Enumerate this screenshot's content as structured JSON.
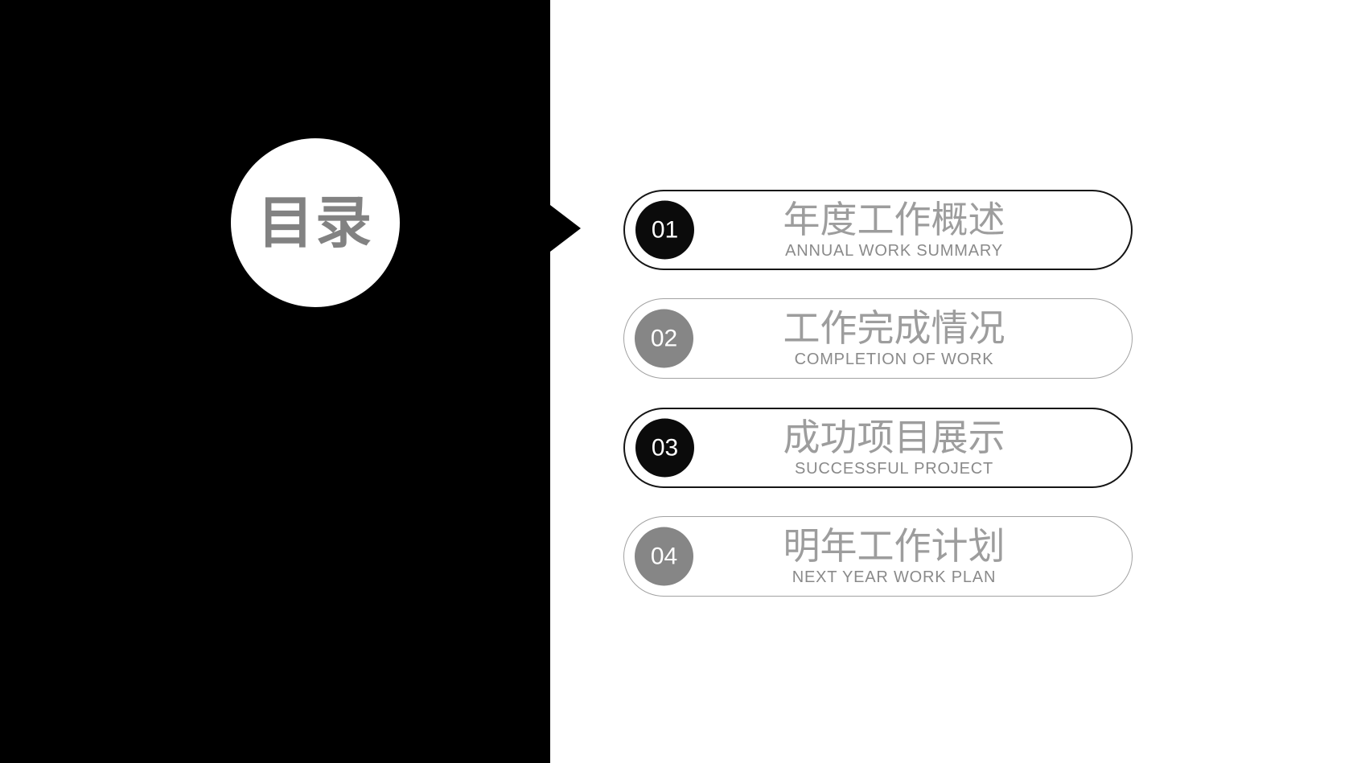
{
  "slide": {
    "toc_label": "目录",
    "colors": {
      "panel": "#000000",
      "background": "#ffffff",
      "badge_dark": "#0b0b0b",
      "badge_gray": "#868686",
      "border_dark": "#151515",
      "border_gray": "#a2a2a2",
      "title_text": "#9d9d9d",
      "subtitle_text": "#8a8a8a",
      "toc_text": "#828282"
    },
    "items": [
      {
        "number": "01",
        "title": "年度工作概述",
        "subtitle": "ANNUAL WORK SUMMARY",
        "variant": "dark"
      },
      {
        "number": "02",
        "title": "工作完成情况",
        "subtitle": "COMPLETION OF WORK",
        "variant": "gray"
      },
      {
        "number": "03",
        "title": "成功项目展示",
        "subtitle": "SUCCESSFUL PROJECT",
        "variant": "dark"
      },
      {
        "number": "04",
        "title": "明年工作计划",
        "subtitle": "NEXT YEAR WORK PLAN",
        "variant": "gray"
      }
    ]
  }
}
